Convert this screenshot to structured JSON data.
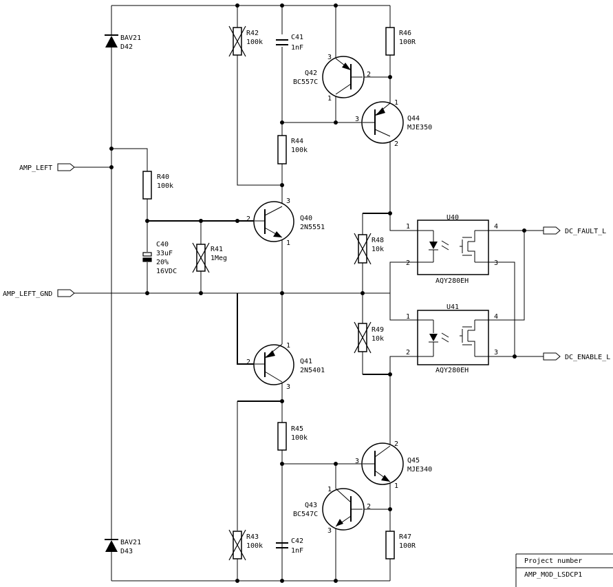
{
  "nets": {
    "amp_left": "AMP_LEFT",
    "amp_left_gnd": "AMP_LEFT_GND",
    "dc_fault_l": "DC_FAULT_L",
    "dc_enable_l": "DC_ENABLE_L"
  },
  "components": {
    "d42": {
      "ref": "D42",
      "value": "BAV21"
    },
    "d43": {
      "ref": "D43",
      "value": "BAV21"
    },
    "r40": {
      "ref": "R40",
      "value": "100k"
    },
    "r41": {
      "ref": "R41",
      "value": "1Meg"
    },
    "r42": {
      "ref": "R42",
      "value": "100k"
    },
    "r43": {
      "ref": "R43",
      "value": "100k"
    },
    "r44": {
      "ref": "R44",
      "value": "100k"
    },
    "r45": {
      "ref": "R45",
      "value": "100k"
    },
    "r46": {
      "ref": "R46",
      "value": "100R"
    },
    "r47": {
      "ref": "R47",
      "value": "100R"
    },
    "r48": {
      "ref": "R48",
      "value": "10k"
    },
    "r49": {
      "ref": "R49",
      "value": "10k"
    },
    "c40": {
      "ref": "C40",
      "value": "33uF",
      "tol": "20%",
      "voltage": "16VDC"
    },
    "c41": {
      "ref": "C41",
      "value": "1nF"
    },
    "c42": {
      "ref": "C42",
      "value": "1nF"
    },
    "q40": {
      "ref": "Q40",
      "value": "2N5551"
    },
    "q41": {
      "ref": "Q41",
      "value": "2N5401"
    },
    "q42": {
      "ref": "Q42",
      "value": "BC557C"
    },
    "q43": {
      "ref": "Q43",
      "value": "BC547C"
    },
    "q44": {
      "ref": "Q44",
      "value": "MJE350"
    },
    "q45": {
      "ref": "Q45",
      "value": "MJE340"
    },
    "u40": {
      "ref": "U40",
      "value": "AQY280EH"
    },
    "u41": {
      "ref": "U41",
      "value": "AQY280EH"
    }
  },
  "pins": {
    "p1": "1",
    "p2": "2",
    "p3": "3",
    "p4": "4"
  },
  "title_block": {
    "label": "Project number",
    "value": "AMP_MOD_LSDCP1"
  }
}
